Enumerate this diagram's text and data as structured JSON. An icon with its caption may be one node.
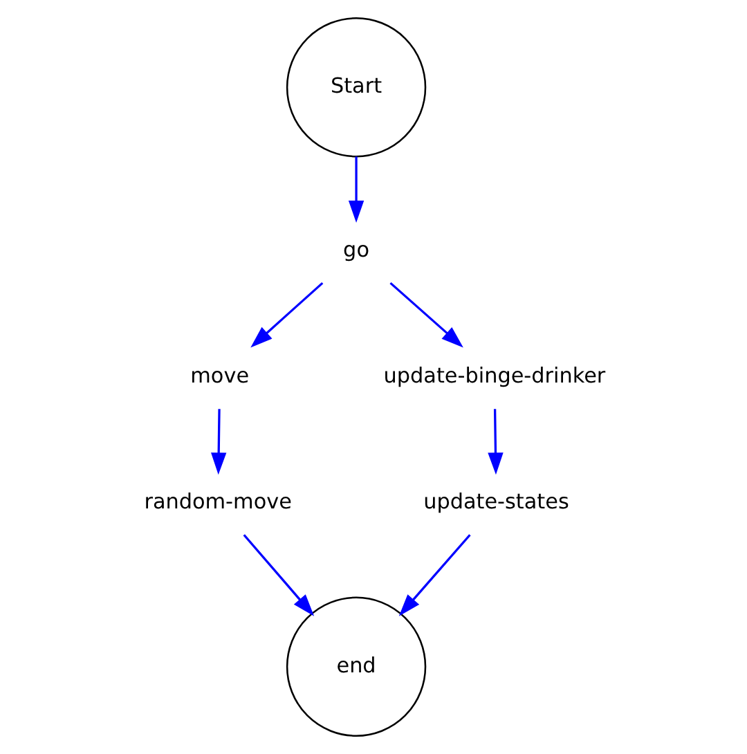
{
  "diagram": {
    "nodes": [
      {
        "text": [
          "Start"
        ]
      },
      {
        "text": [
          "go"
        ]
      },
      {
        "text": [
          "move"
        ]
      },
      {
        "text": [
          "update-binge-drinker"
        ]
      },
      {
        "text": [
          "random-move"
        ]
      },
      {
        "text": [
          "update-states"
        ]
      },
      {
        "text": [
          "end"
        ]
      }
    ],
    "edges": [
      {
        "from": 0,
        "to": 1,
        "arrow": "to"
      },
      {
        "from": 1,
        "to": 2,
        "arrow": "to"
      },
      {
        "from": 1,
        "to": 3,
        "arrow": "to"
      },
      {
        "from": 2,
        "to": 4,
        "arrow": "to"
      },
      {
        "from": 3,
        "to": 5,
        "arrow": "to"
      },
      {
        "from": 4,
        "to": 6,
        "arrow": "to"
      },
      {
        "from": 5,
        "to": 6,
        "arrow": "to"
      }
    ]
  }
}
